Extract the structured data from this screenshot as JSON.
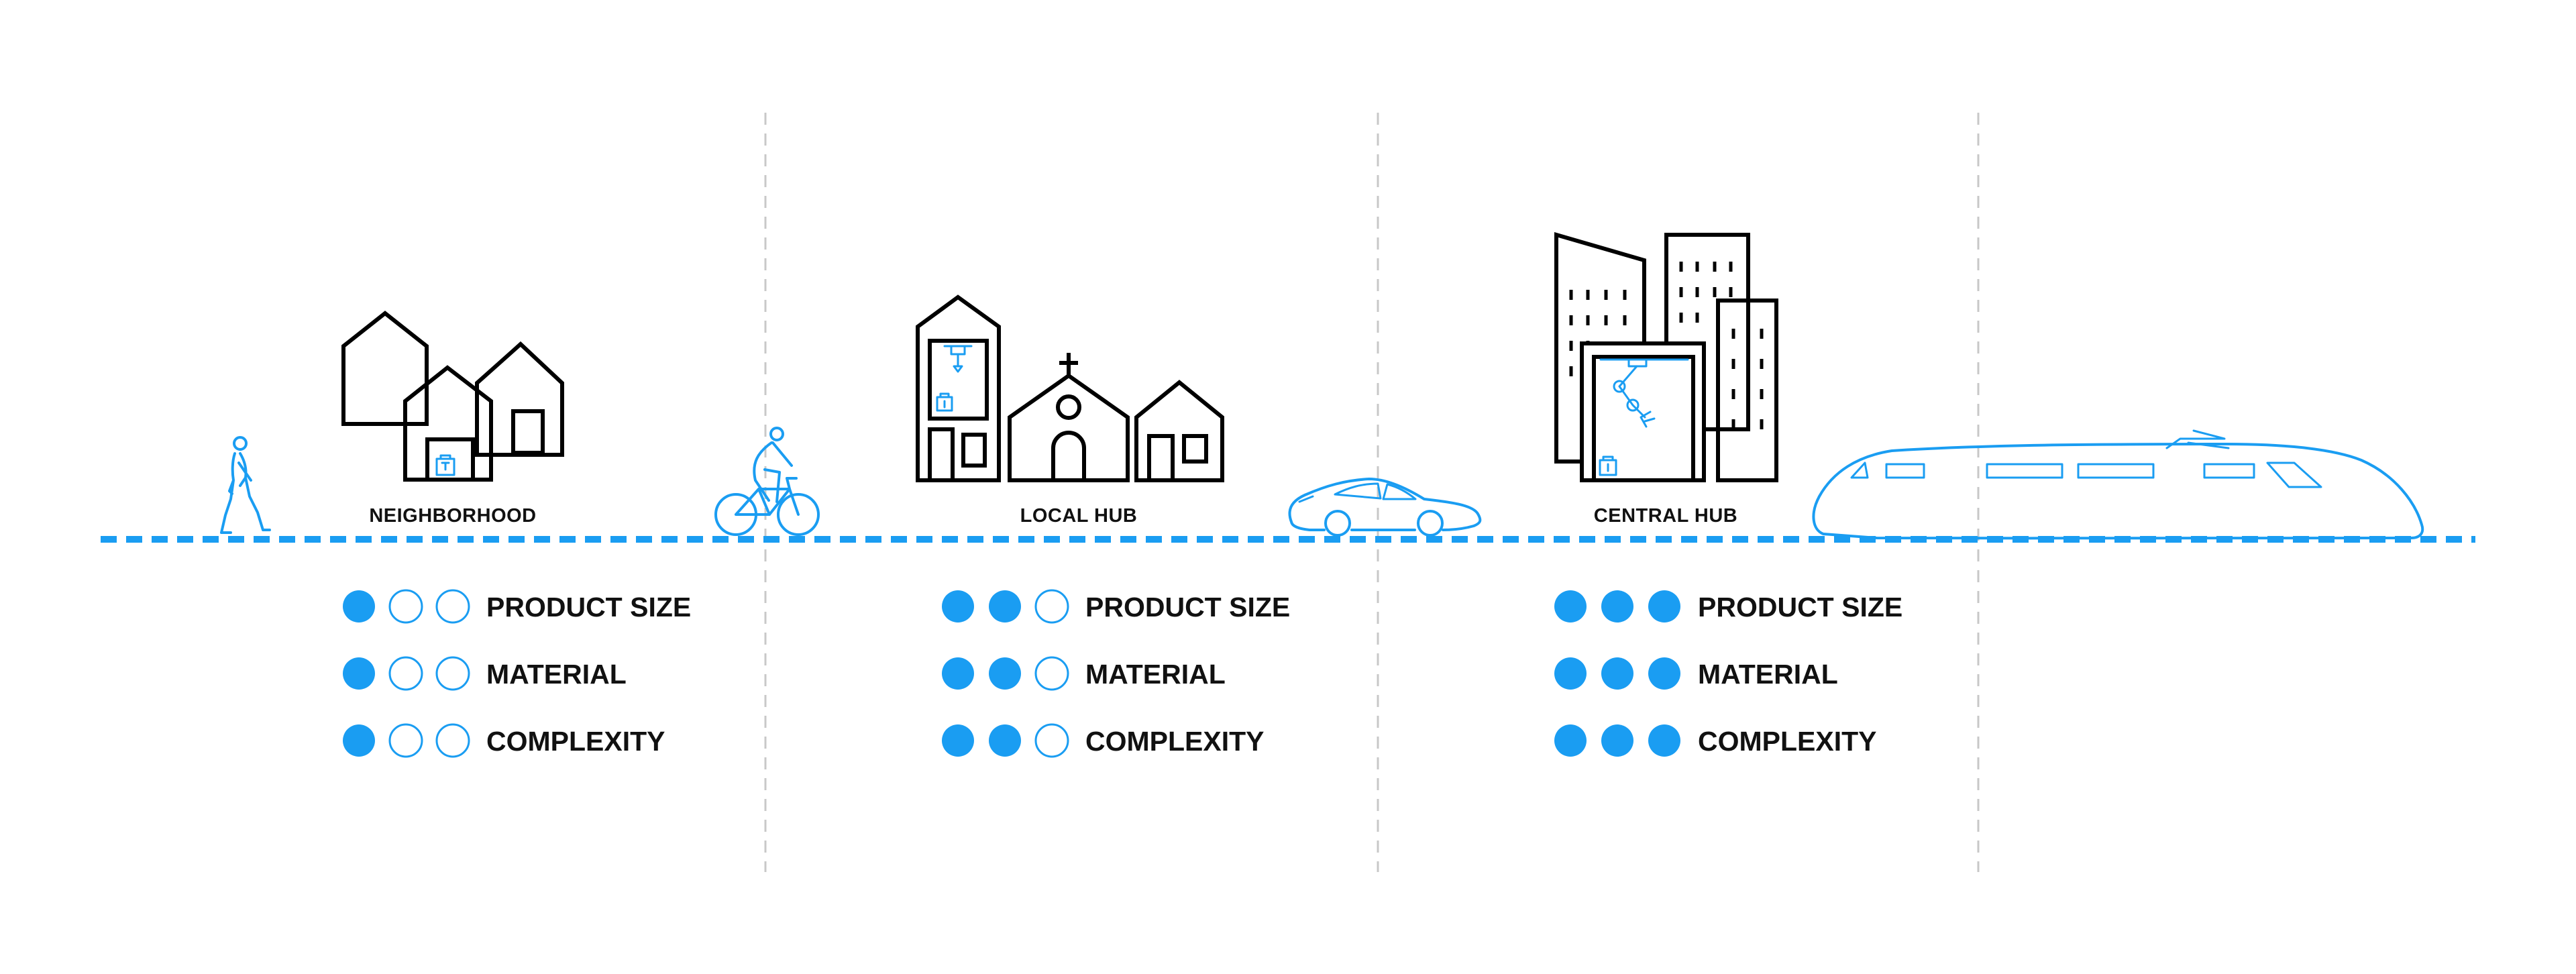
{
  "hubs": [
    {
      "label": "NEIGHBORHOOD",
      "ratings": [
        {
          "label": "PRODUCT SIZE",
          "level": 1,
          "max": 3
        },
        {
          "label": "MATERIAL",
          "level": 1,
          "max": 3
        },
        {
          "label": "COMPLEXITY",
          "level": 1,
          "max": 3
        }
      ]
    },
    {
      "label": "LOCAL HUB",
      "ratings": [
        {
          "label": "PRODUCT SIZE",
          "level": 2,
          "max": 3
        },
        {
          "label": "MATERIAL",
          "level": 2,
          "max": 3
        },
        {
          "label": "COMPLEXITY",
          "level": 2,
          "max": 3
        }
      ]
    },
    {
      "label": "CENTRAL HUB",
      "ratings": [
        {
          "label": "PRODUCT SIZE",
          "level": 3,
          "max": 3
        },
        {
          "label": "MATERIAL",
          "level": 3,
          "max": 3
        },
        {
          "label": "COMPLEXITY",
          "level": 3,
          "max": 3
        }
      ]
    }
  ],
  "transport": [
    "pedestrian-icon",
    "bicycle-icon",
    "car-icon",
    "train-icon"
  ],
  "colors": {
    "accent": "#1a9df2",
    "ink": "#000000",
    "divider": "#c8c8c8"
  }
}
